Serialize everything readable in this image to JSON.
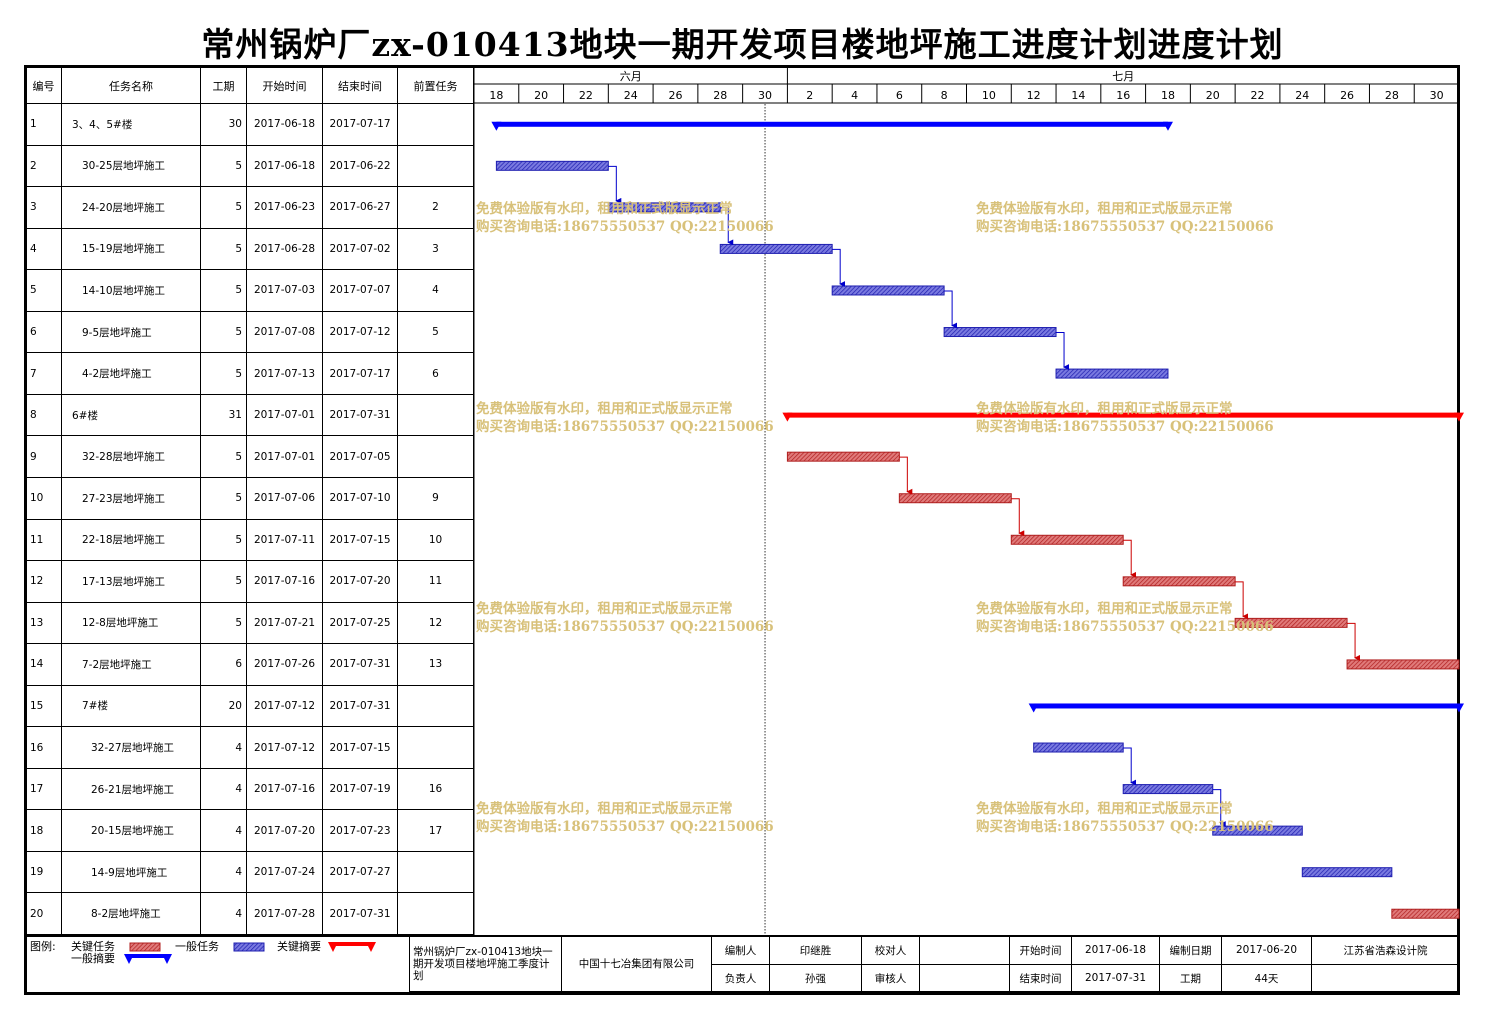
{
  "title": "常州锅炉厂zx-010413地块一期开发项目楼地坪施工进度计划进度计划",
  "table": {
    "headers": [
      "编号",
      "任务名称",
      "工期",
      "开始时间",
      "结束时间",
      "前置任务"
    ],
    "rows": [
      {
        "id": "1",
        "name": "3、4、5#楼",
        "dur": "30",
        "start": "2017-06-18",
        "end": "2017-07-17",
        "pred": "",
        "indent": 0
      },
      {
        "id": "2",
        "name": "30-25层地坪施工",
        "dur": "5",
        "start": "2017-06-18",
        "end": "2017-06-22",
        "pred": "",
        "indent": 1
      },
      {
        "id": "3",
        "name": "24-20层地坪施工",
        "dur": "5",
        "start": "2017-06-23",
        "end": "2017-06-27",
        "pred": "2",
        "indent": 1
      },
      {
        "id": "4",
        "name": "15-19层地坪施工",
        "dur": "5",
        "start": "2017-06-28",
        "end": "2017-07-02",
        "pred": "3",
        "indent": 1
      },
      {
        "id": "5",
        "name": "14-10层地坪施工",
        "dur": "5",
        "start": "2017-07-03",
        "end": "2017-07-07",
        "pred": "4",
        "indent": 1
      },
      {
        "id": "6",
        "name": "9-5层地坪施工",
        "dur": "5",
        "start": "2017-07-08",
        "end": "2017-07-12",
        "pred": "5",
        "indent": 1
      },
      {
        "id": "7",
        "name": "4-2层地坪施工",
        "dur": "5",
        "start": "2017-07-13",
        "end": "2017-07-17",
        "pred": "6",
        "indent": 1
      },
      {
        "id": "8",
        "name": "6#楼",
        "dur": "31",
        "start": "2017-07-01",
        "end": "2017-07-31",
        "pred": "",
        "indent": 0
      },
      {
        "id": "9",
        "name": "32-28层地坪施工",
        "dur": "5",
        "start": "2017-07-01",
        "end": "2017-07-05",
        "pred": "",
        "indent": 1
      },
      {
        "id": "10",
        "name": "27-23层地坪施工",
        "dur": "5",
        "start": "2017-07-06",
        "end": "2017-07-10",
        "pred": "9",
        "indent": 1
      },
      {
        "id": "11",
        "name": "22-18层地坪施工",
        "dur": "5",
        "start": "2017-07-11",
        "end": "2017-07-15",
        "pred": "10",
        "indent": 1
      },
      {
        "id": "12",
        "name": "17-13层地坪施工",
        "dur": "5",
        "start": "2017-07-16",
        "end": "2017-07-20",
        "pred": "11",
        "indent": 1
      },
      {
        "id": "13",
        "name": "12-8层地坪施工",
        "dur": "5",
        "start": "2017-07-21",
        "end": "2017-07-25",
        "pred": "12",
        "indent": 1
      },
      {
        "id": "14",
        "name": "7-2层地坪施工",
        "dur": "6",
        "start": "2017-07-26",
        "end": "2017-07-31",
        "pred": "13",
        "indent": 1
      },
      {
        "id": "15",
        "name": "7#楼",
        "dur": "20",
        "start": "2017-07-12",
        "end": "2017-07-31",
        "pred": "",
        "indent": 1
      },
      {
        "id": "16",
        "name": "32-27层地坪施工",
        "dur": "4",
        "start": "2017-07-12",
        "end": "2017-07-15",
        "pred": "",
        "indent": 2
      },
      {
        "id": "17",
        "name": "26-21层地坪施工",
        "dur": "4",
        "start": "2017-07-16",
        "end": "2017-07-19",
        "pred": "16",
        "indent": 2
      },
      {
        "id": "18",
        "name": "20-15层地坪施工",
        "dur": "4",
        "start": "2017-07-20",
        "end": "2017-07-23",
        "pred": "17",
        "indent": 2
      },
      {
        "id": "19",
        "name": "14-9层地坪施工",
        "dur": "4",
        "start": "2017-07-24",
        "end": "2017-07-27",
        "pred": "",
        "indent": 2
      },
      {
        "id": "20",
        "name": "8-2层地坪施工",
        "dur": "4",
        "start": "2017-07-28",
        "end": "2017-07-31",
        "pred": "",
        "indent": 2
      }
    ]
  },
  "timeline": {
    "months": [
      {
        "label": "六月"
      },
      {
        "label": "七月"
      }
    ],
    "day_ticks": [
      "18",
      "20",
      "22",
      "24",
      "26",
      "28",
      "30",
      "2",
      "4",
      "6",
      "8",
      "10",
      "12",
      "14",
      "16",
      "18",
      "20",
      "22",
      "24",
      "26",
      "28",
      "30"
    ]
  },
  "chart_data": {
    "type": "gantt",
    "x_range": [
      "2017-06-17",
      "2017-07-31"
    ],
    "today_marker": "2017-06-30",
    "tasks": [
      {
        "id": 1,
        "kind": "summary",
        "color": "#0000ff",
        "start": "2017-06-18",
        "end": "2017-07-17"
      },
      {
        "id": 2,
        "kind": "task",
        "color": "#4b4bd0",
        "start": "2017-06-18",
        "end": "2017-06-22"
      },
      {
        "id": 3,
        "kind": "task",
        "color": "#4b4bd0",
        "start": "2017-06-23",
        "end": "2017-06-27",
        "pred": 2
      },
      {
        "id": 4,
        "kind": "task",
        "color": "#4b4bd0",
        "start": "2017-06-28",
        "end": "2017-07-02",
        "pred": 3
      },
      {
        "id": 5,
        "kind": "task",
        "color": "#4b4bd0",
        "start": "2017-07-03",
        "end": "2017-07-07",
        "pred": 4
      },
      {
        "id": 6,
        "kind": "task",
        "color": "#4b4bd0",
        "start": "2017-07-08",
        "end": "2017-07-12",
        "pred": 5
      },
      {
        "id": 7,
        "kind": "task",
        "color": "#4b4bd0",
        "start": "2017-07-13",
        "end": "2017-07-17",
        "pred": 6
      },
      {
        "id": 8,
        "kind": "summary",
        "color": "#ff0000",
        "start": "2017-07-01",
        "end": "2017-07-31"
      },
      {
        "id": 9,
        "kind": "task",
        "color": "#d04b4b",
        "start": "2017-07-01",
        "end": "2017-07-05"
      },
      {
        "id": 10,
        "kind": "task",
        "color": "#d04b4b",
        "start": "2017-07-06",
        "end": "2017-07-10",
        "pred": 9
      },
      {
        "id": 11,
        "kind": "task",
        "color": "#d04b4b",
        "start": "2017-07-11",
        "end": "2017-07-15",
        "pred": 10
      },
      {
        "id": 12,
        "kind": "task",
        "color": "#d04b4b",
        "start": "2017-07-16",
        "end": "2017-07-20",
        "pred": 11
      },
      {
        "id": 13,
        "kind": "task",
        "color": "#d04b4b",
        "start": "2017-07-21",
        "end": "2017-07-25",
        "pred": 12
      },
      {
        "id": 14,
        "kind": "task",
        "color": "#d04b4b",
        "start": "2017-07-26",
        "end": "2017-07-31",
        "pred": 13
      },
      {
        "id": 15,
        "kind": "summary",
        "color": "#0000ff",
        "start": "2017-07-12",
        "end": "2017-07-31"
      },
      {
        "id": 16,
        "kind": "task",
        "color": "#4b4bd0",
        "start": "2017-07-12",
        "end": "2017-07-15"
      },
      {
        "id": 17,
        "kind": "task",
        "color": "#4b4bd0",
        "start": "2017-07-16",
        "end": "2017-07-19",
        "pred": 16
      },
      {
        "id": 18,
        "kind": "task",
        "color": "#4b4bd0",
        "start": "2017-07-20",
        "end": "2017-07-23",
        "pred": 17
      },
      {
        "id": 19,
        "kind": "task",
        "color": "#4b4bd0",
        "start": "2017-07-24",
        "end": "2017-07-27"
      },
      {
        "id": 20,
        "kind": "task",
        "color": "#d04b4b",
        "start": "2017-07-28",
        "end": "2017-07-31"
      }
    ]
  },
  "watermark": {
    "line1": "免费体验版有水印，租用和正式版显示正常",
    "line2": "购买咨询电话:18675550537 QQ:22150066"
  },
  "legend": {
    "label": "图例:",
    "critical": "关键任务",
    "normal": "一般任务",
    "critical_summary": "关键摘要",
    "normal_summary": "一般摘要"
  },
  "footer": {
    "project_name": "常州锅炉厂zx-010413地块一期开发项目楼地坪施工季度计划",
    "company": "中国十七冶集团有限公司",
    "compiler_label": "编制人",
    "compiler": "印继胜",
    "checker_label": "校对人",
    "checker": "",
    "owner_label": "负责人",
    "owner": "孙强",
    "reviewer_label": "审核人",
    "reviewer": "",
    "start_label": "开始时间",
    "start": "2017-06-18",
    "end_label": "结束时间",
    "end": "2017-07-31",
    "compile_date_label": "编制日期",
    "compile_date": "2017-06-20",
    "duration_label": "工期",
    "duration": "44天",
    "institute": "江苏省浩森设计院"
  }
}
